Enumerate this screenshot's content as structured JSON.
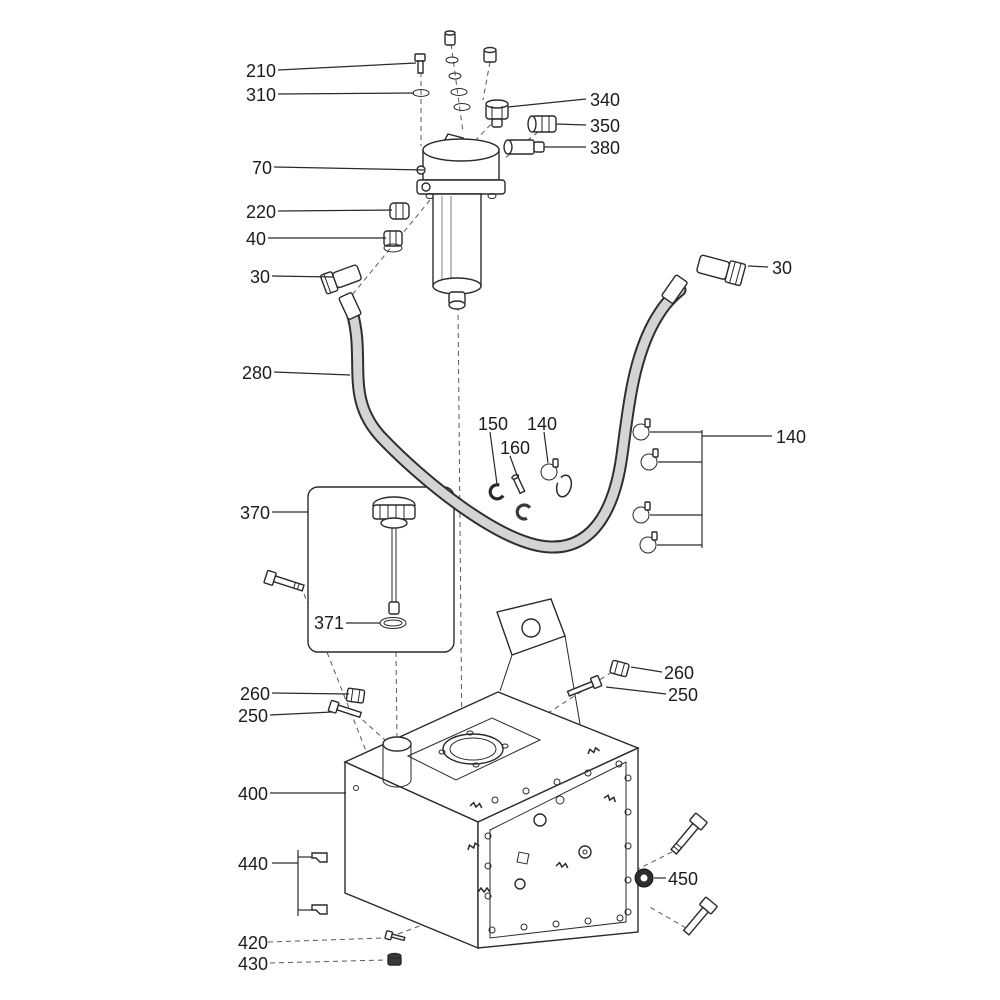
{
  "diagram": {
    "type": "exploded-parts-diagram",
    "background_color": "#ffffff",
    "line_color": "#2a2a2a",
    "hose_fill_color": "#d4d4d4",
    "labels": [
      {
        "id": "210",
        "text": "210"
      },
      {
        "id": "310",
        "text": "310"
      },
      {
        "id": "70",
        "text": "70"
      },
      {
        "id": "220",
        "text": "220"
      },
      {
        "id": "40",
        "text": "40"
      },
      {
        "id": "30-left",
        "text": "30"
      },
      {
        "id": "280",
        "text": "280"
      },
      {
        "id": "340",
        "text": "340"
      },
      {
        "id": "350",
        "text": "350"
      },
      {
        "id": "380",
        "text": "380"
      },
      {
        "id": "30-right",
        "text": "30"
      },
      {
        "id": "150",
        "text": "150"
      },
      {
        "id": "140-middle",
        "text": "140"
      },
      {
        "id": "160",
        "text": "160"
      },
      {
        "id": "140-right",
        "text": "140"
      },
      {
        "id": "370",
        "text": "370"
      },
      {
        "id": "371",
        "text": "371"
      },
      {
        "id": "260-left",
        "text": "260"
      },
      {
        "id": "250-left",
        "text": "250"
      },
      {
        "id": "260-right",
        "text": "260"
      },
      {
        "id": "250-right",
        "text": "250"
      },
      {
        "id": "400",
        "text": "400"
      },
      {
        "id": "440",
        "text": "440"
      },
      {
        "id": "450",
        "text": "450"
      },
      {
        "id": "420",
        "text": "420"
      },
      {
        "id": "430",
        "text": "430"
      }
    ]
  }
}
